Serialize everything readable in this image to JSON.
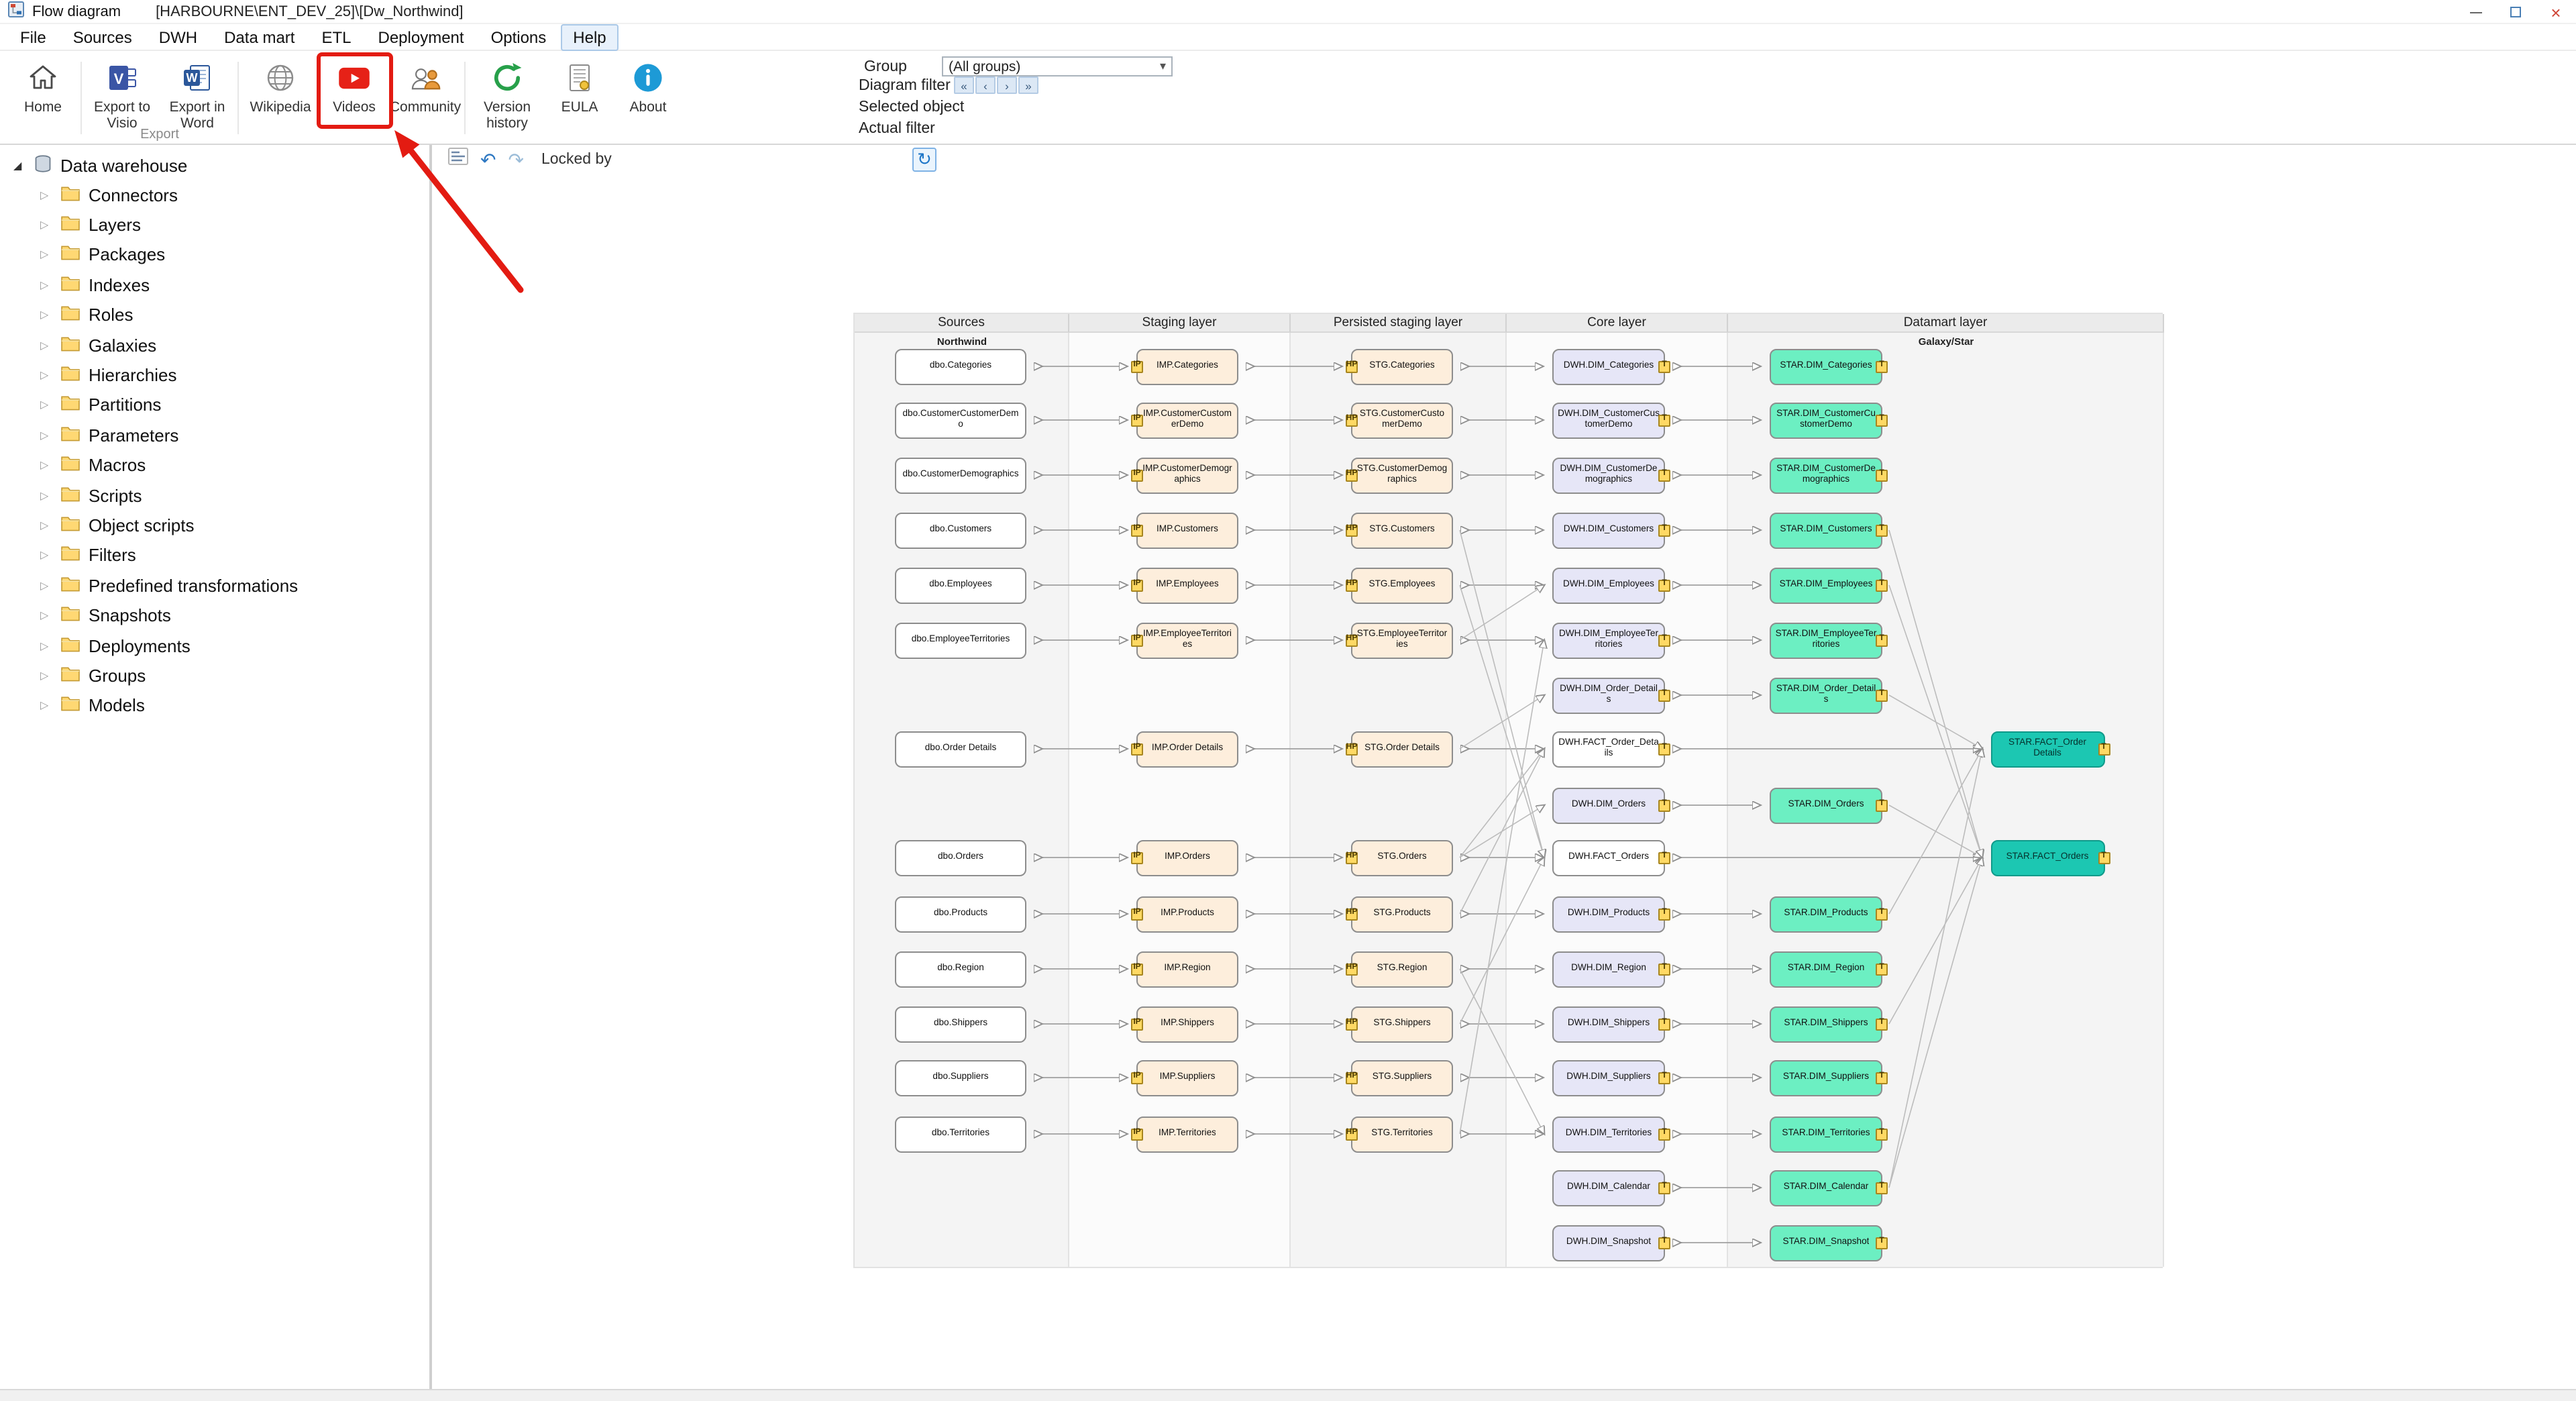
{
  "window": {
    "app_title": "Flow diagram",
    "context": "[HARBOURNE\\ENT_DEV_25]\\[Dw_Northwind]"
  },
  "menubar": {
    "items": [
      "File",
      "Sources",
      "DWH",
      "Data mart",
      "ETL",
      "Deployment",
      "Options",
      "Help"
    ],
    "active": "Help"
  },
  "ribbon": {
    "buttons": [
      {
        "label": "Home",
        "icon": "home"
      },
      {
        "label": "Export to Visio",
        "icon": "visio"
      },
      {
        "label": "Export in Word",
        "icon": "word"
      },
      {
        "label": "Wikipedia",
        "icon": "wikipedia"
      },
      {
        "label": "Videos",
        "icon": "videos",
        "highlighted": true
      },
      {
        "label": "Community",
        "icon": "community"
      },
      {
        "label": "Version history",
        "icon": "version-history"
      },
      {
        "label": "EULA",
        "icon": "eula"
      },
      {
        "label": "About",
        "icon": "about"
      }
    ],
    "group_label": "Export",
    "panel": {
      "group_label": "Group",
      "group_value": "(All groups)",
      "diagram_filter_label": "Diagram filter",
      "nav_buttons": [
        "«",
        "‹",
        "›",
        "»"
      ],
      "selected_object_label": "Selected object",
      "actual_filter_label": "Actual filter"
    }
  },
  "toolbar": {
    "locked_by_label": "Locked by"
  },
  "tree": {
    "root": "Data warehouse",
    "items": [
      "Connectors",
      "Layers",
      "Packages",
      "Indexes",
      "Roles",
      "Galaxies",
      "Hierarchies",
      "Partitions",
      "Parameters",
      "Macros",
      "Scripts",
      "Object scripts",
      "Filters",
      "Predefined transformations",
      "Snapshots",
      "Deployments",
      "Groups",
      "Models"
    ]
  },
  "diagram": {
    "column_headers": [
      "Sources",
      "Staging layer",
      "Persisted staging layer",
      "Core layer",
      "Datamart layer"
    ],
    "source_sublabel": "Northwind",
    "datamart_sublabel": "Galaxy/Star",
    "badges": {
      "staging": "IP",
      "persisted": "HP",
      "transform": "T"
    },
    "colors": {
      "source_node": "#ffffff",
      "staging_node": "#fdeedc",
      "persisted_node": "#fdeedc",
      "dim_node": "#e6e6f7",
      "fact_core_node": "#ffffff",
      "star_dim_node": "#6cefc2",
      "star_fact_node": "#1cc7b2",
      "badge": "#ffd964"
    },
    "rows": [
      {
        "src": "dbo.Categories",
        "imp": "IMP.Categories",
        "stg": "STG.Categories",
        "core": "DWH.DIM_Categories",
        "core_type": "dim",
        "star": "STAR.DIM_Categories"
      },
      {
        "src": "dbo.CustomerCustomerDemo",
        "imp": "IMP.CustomerCustomerDemo",
        "stg": "STG.CustomerCustomerDemo",
        "core": "DWH.DIM_CustomerCustomerDemo",
        "core_type": "dim",
        "star": "STAR.DIM_CustomerCustomerDemo"
      },
      {
        "src": "dbo.CustomerDemographics",
        "imp": "IMP.CustomerDemographics",
        "stg": "STG.CustomerDemographics",
        "core": "DWH.DIM_CustomerDemographics",
        "core_type": "dim",
        "star": "STAR.DIM_CustomerDemographics"
      },
      {
        "src": "dbo.Customers",
        "imp": "IMP.Customers",
        "stg": "STG.Customers",
        "core": "DWH.DIM_Customers",
        "core_type": "dim",
        "star": "STAR.DIM_Customers"
      },
      {
        "src": "dbo.Employees",
        "imp": "IMP.Employees",
        "stg": "STG.Employees",
        "core": "DWH.DIM_Employees",
        "core_type": "dim",
        "star": "STAR.DIM_Employees"
      },
      {
        "src": "dbo.EmployeeTerritories",
        "imp": "IMP.EmployeeTerritories",
        "stg": "STG.EmployeeTerritories",
        "core": "DWH.DIM_EmployeeTerritories",
        "core_type": "dim",
        "star": "STAR.DIM_EmployeeTerritories"
      },
      {
        "core": "DWH.DIM_Order_Details",
        "core_type": "dim",
        "star": "STAR.DIM_Order_Details"
      },
      {
        "src": "dbo.Order Details",
        "imp": "IMP.Order Details",
        "stg": "STG.Order Details",
        "core": "DWH.FACT_Order_Details",
        "core_type": "fact",
        "fact": "STAR.FACT_Order Details"
      },
      {
        "core": "DWH.DIM_Orders",
        "core_type": "dim",
        "star": "STAR.DIM_Orders"
      },
      {
        "src": "dbo.Orders",
        "imp": "IMP.Orders",
        "stg": "STG.Orders",
        "core": "DWH.FACT_Orders",
        "core_type": "fact",
        "fact": "STAR.FACT_Orders"
      },
      {
        "src": "dbo.Products",
        "imp": "IMP.Products",
        "stg": "STG.Products",
        "core": "DWH.DIM_Products",
        "core_type": "dim",
        "star": "STAR.DIM_Products"
      },
      {
        "src": "dbo.Region",
        "imp": "IMP.Region",
        "stg": "STG.Region",
        "core": "DWH.DIM_Region",
        "core_type": "dim",
        "star": "STAR.DIM_Region"
      },
      {
        "src": "dbo.Shippers",
        "imp": "IMP.Shippers",
        "stg": "STG.Shippers",
        "core": "DWH.DIM_Shippers",
        "core_type": "dim",
        "star": "STAR.DIM_Shippers"
      },
      {
        "src": "dbo.Suppliers",
        "imp": "IMP.Suppliers",
        "stg": "STG.Suppliers",
        "core": "DWH.DIM_Suppliers",
        "core_type": "dim",
        "star": "STAR.DIM_Suppliers"
      },
      {
        "src": "dbo.Territories",
        "imp": "IMP.Territories",
        "stg": "STG.Territories",
        "core": "DWH.DIM_Territories",
        "core_type": "dim",
        "star": "STAR.DIM_Territories"
      },
      {
        "core": "DWH.DIM_Calendar",
        "core_type": "dim",
        "star": "STAR.DIM_Calendar"
      },
      {
        "core": "DWH.DIM_Snapshot",
        "core_type": "dim",
        "star": "STAR.DIM_Snapshot"
      }
    ],
    "extra_links": [
      [
        "STG.Customers",
        "DWH.FACT_Orders"
      ],
      [
        "STG.Employees",
        "DWH.FACT_Orders"
      ],
      [
        "STG.EmployeeTerritories",
        "DWH.DIM_Employees"
      ],
      [
        "STG.Order Details",
        "DWH.DIM_Order_Details"
      ],
      [
        "STG.Orders",
        "DWH.DIM_Orders"
      ],
      [
        "STG.Orders",
        "DWH.FACT_Order_Details"
      ],
      [
        "STG.Products",
        "DWH.FACT_Order_Details"
      ],
      [
        "STG.Shippers",
        "DWH.FACT_Orders"
      ],
      [
        "STG.Territories",
        "DWH.DIM_EmployeeTerritories"
      ],
      [
        "STG.Region",
        "DWH.DIM_Territories"
      ],
      [
        "STAR.DIM_Order_Details",
        "STAR.FACT_Order Details"
      ],
      [
        "STAR.DIM_Orders",
        "STAR.FACT_Orders"
      ],
      [
        "STAR.DIM_Customers",
        "STAR.FACT_Orders"
      ],
      [
        "STAR.DIM_Employees",
        "STAR.FACT_Orders"
      ],
      [
        "STAR.DIM_Shippers",
        "STAR.FACT_Orders"
      ],
      [
        "STAR.DIM_Products",
        "STAR.FACT_Order Details"
      ],
      [
        "STAR.DIM_Calendar",
        "STAR.FACT_Orders"
      ],
      [
        "STAR.DIM_Calendar",
        "STAR.FACT_Order Details"
      ]
    ]
  }
}
